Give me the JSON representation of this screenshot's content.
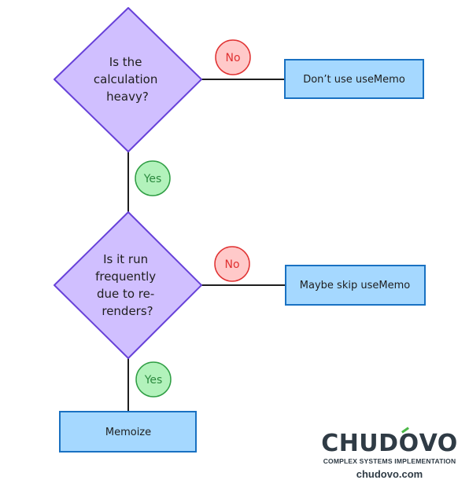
{
  "decisions": [
    {
      "id": "d1",
      "lines": [
        "Is the",
        "calculation",
        "heavy?"
      ]
    },
    {
      "id": "d2",
      "lines": [
        "Is it run",
        "frequently",
        "due to re-",
        "renders?"
      ]
    }
  ],
  "outcomes": [
    {
      "id": "o1",
      "label": "Don’t use useMemo"
    },
    {
      "id": "o2",
      "label": "Maybe skip useMemo"
    },
    {
      "id": "o3",
      "label": "Memoize"
    }
  ],
  "edge_labels": [
    {
      "id": "no1",
      "text": "No",
      "kind": "no"
    },
    {
      "id": "yes1",
      "text": "Yes",
      "kind": "yes"
    },
    {
      "id": "no2",
      "text": "No",
      "kind": "no"
    },
    {
      "id": "yes2",
      "text": "Yes",
      "kind": "yes"
    }
  ],
  "colors": {
    "diamond_fill": "#d0bfff",
    "diamond_stroke": "#6741d9",
    "box_fill": "#a5d8ff",
    "box_stroke": "#1971c2",
    "no_fill": "#ffc9c9",
    "no_stroke": "#e03131",
    "no_text": "#e03131",
    "yes_fill": "#b2f2bb",
    "yes_stroke": "#2f9e44",
    "yes_text": "#2b8a3e",
    "line": "#1e1e1e"
  },
  "brand": {
    "name_part1": "CHU",
    "name_part2": "D",
    "name_part3": "O",
    "name_part4": "VO",
    "tagline": "COMPLEX SYSTEMS IMPLEMENTATION",
    "url": "chudovo.com"
  }
}
